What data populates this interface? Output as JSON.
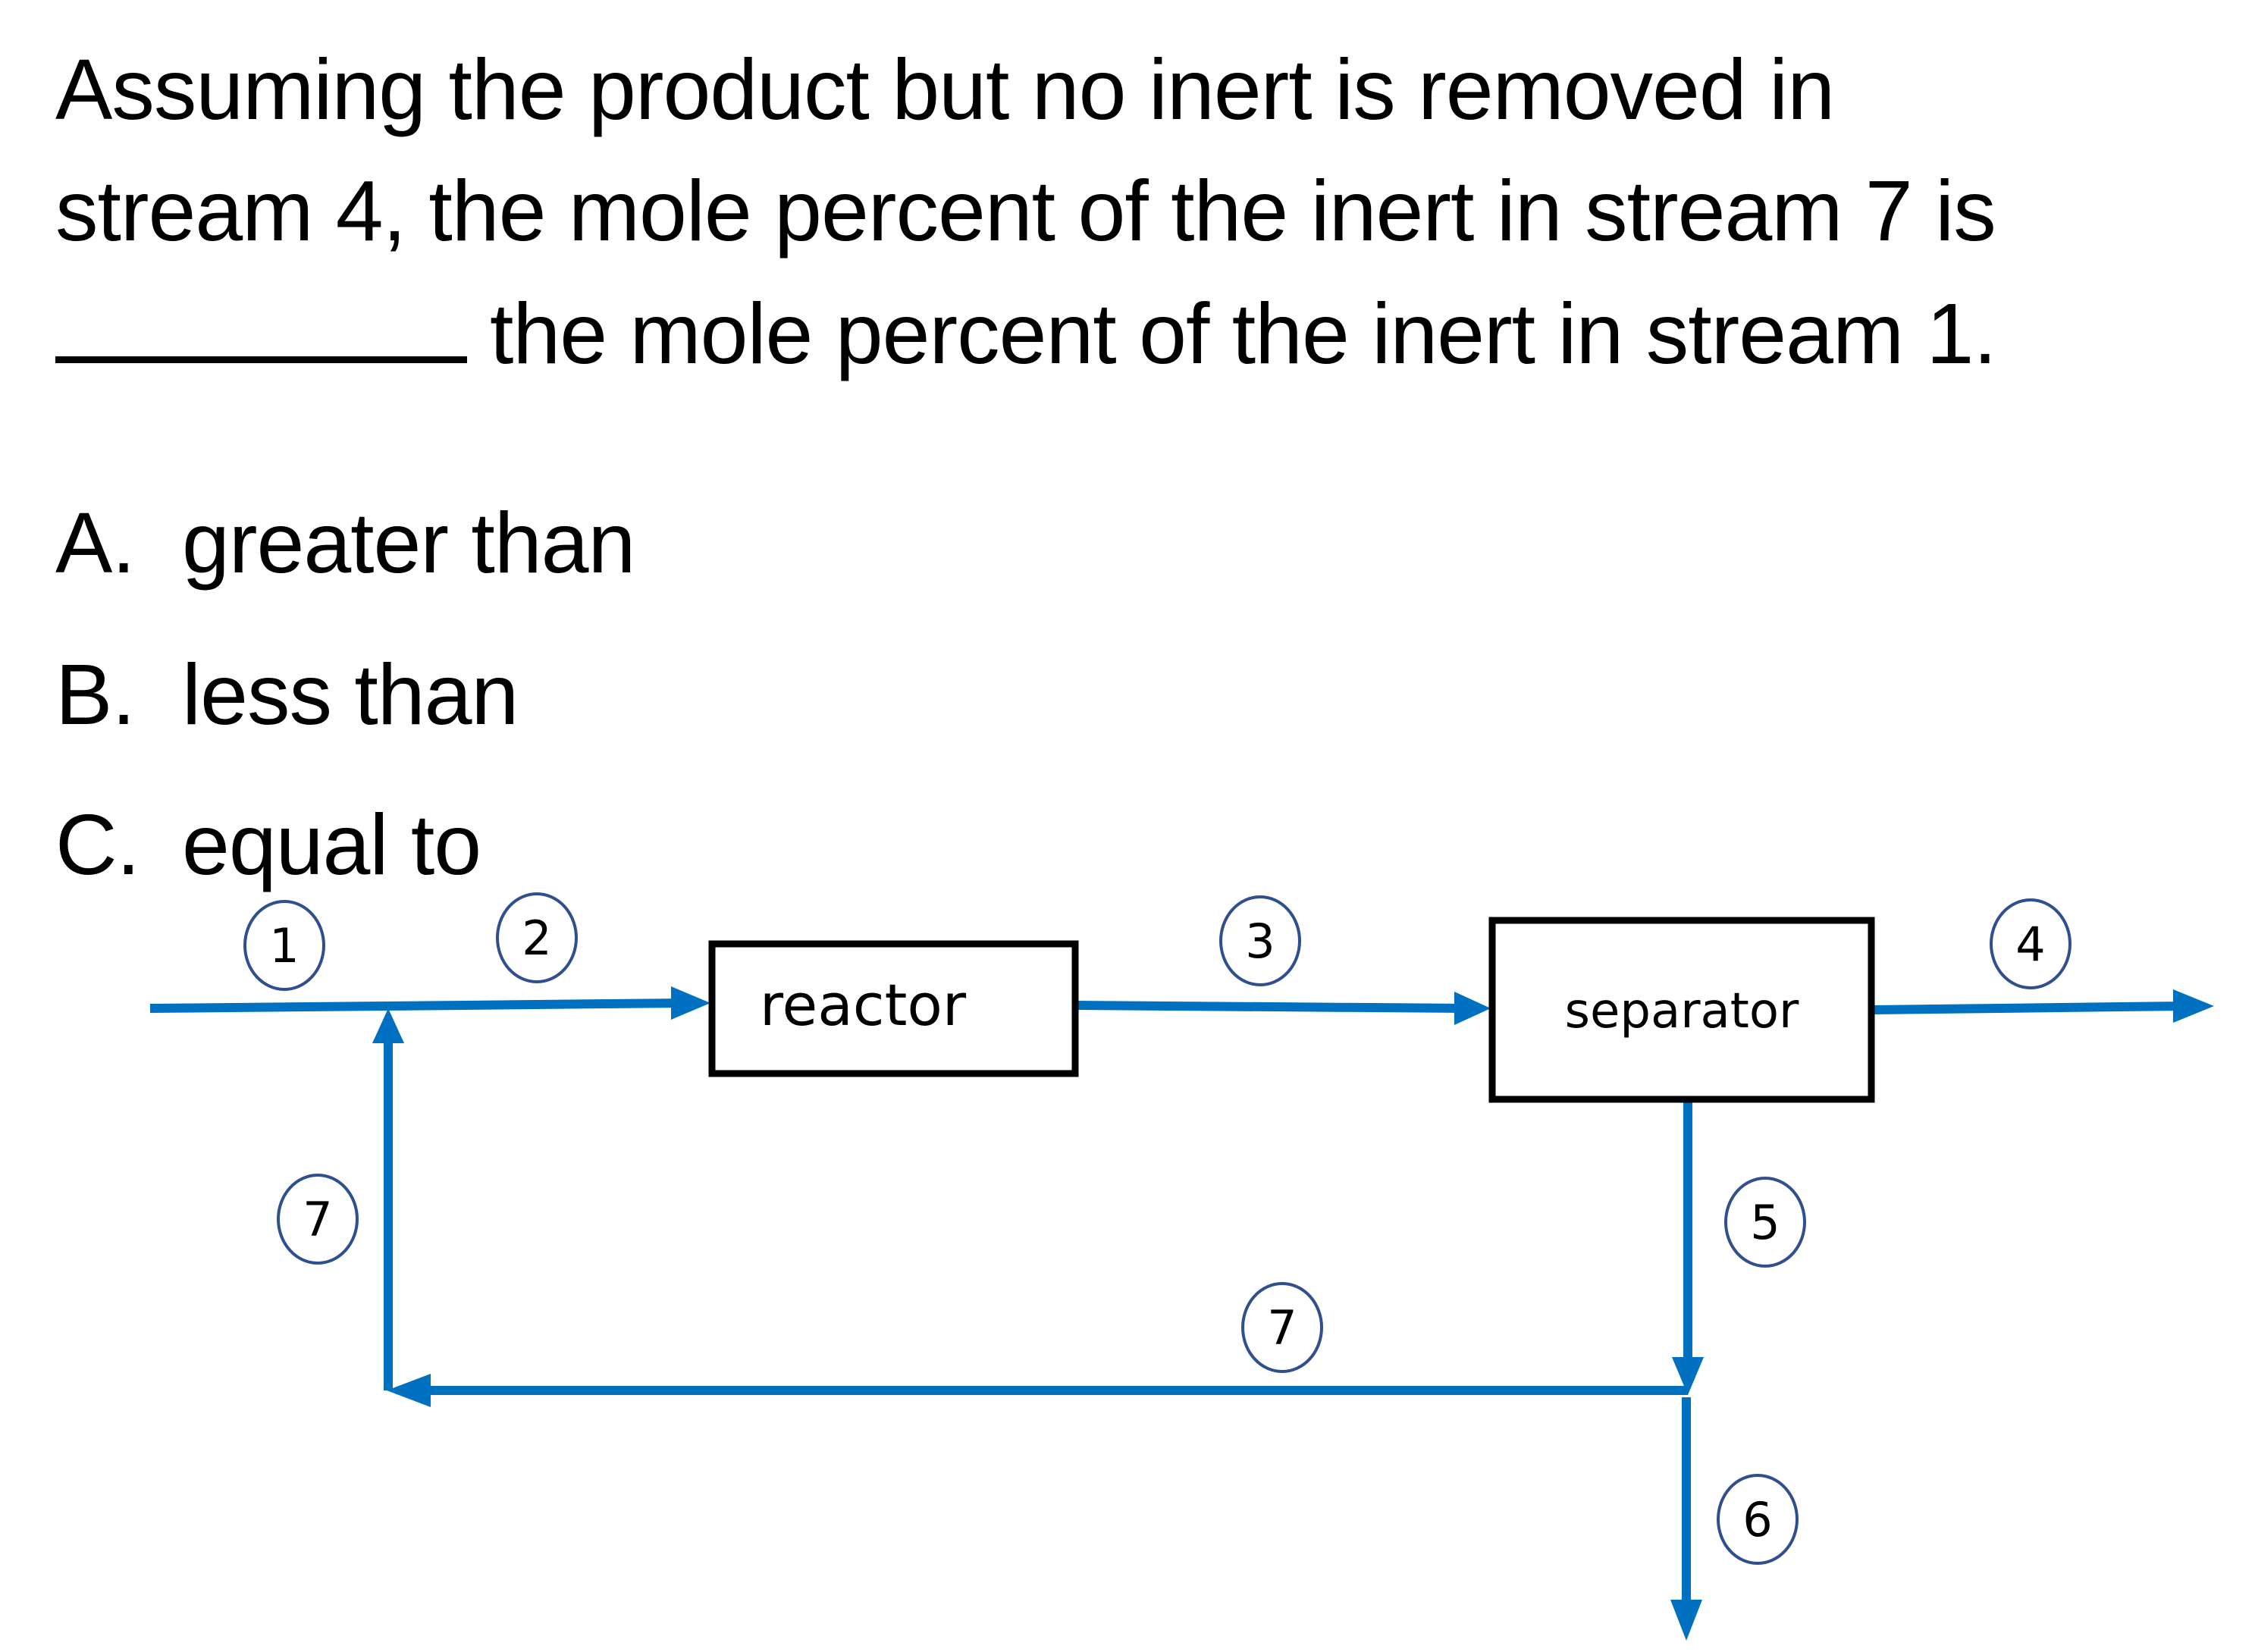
{
  "question": {
    "line1": "Assuming the product but no inert is removed in",
    "line2": "stream 4, the mole percent of the inert in stream 7 is",
    "line3_after_blank": "the mole percent of the inert in stream 1."
  },
  "options": [
    {
      "letter": "A.",
      "text": "greater than"
    },
    {
      "letter": "B.",
      "text": "less than"
    },
    {
      "letter": "C.",
      "text": "equal to"
    }
  ],
  "diagram": {
    "units": {
      "reactor": "reactor",
      "separator": "separator"
    },
    "stream_labels": {
      "s1": "1",
      "s2": "2",
      "s3": "3",
      "s4": "4",
      "s5": "5",
      "s6": "6",
      "s7_left": "7",
      "s7_bottom": "7"
    },
    "colors": {
      "stream": "#0070c0",
      "circle": "#2f4f8f",
      "box": "#000000"
    }
  }
}
